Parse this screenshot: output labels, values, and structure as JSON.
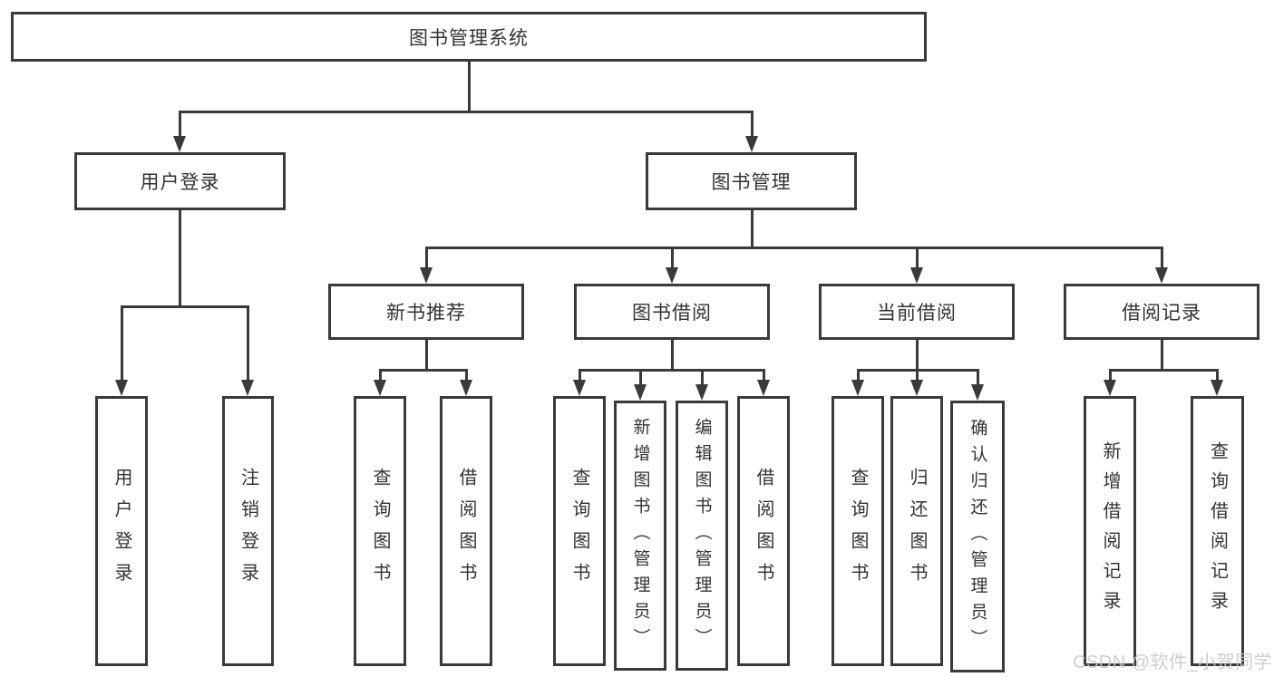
{
  "diagram": {
    "title": "图书管理系统",
    "level2": [
      {
        "label": "用户登录"
      },
      {
        "label": "图书管理"
      }
    ],
    "level3": [
      {
        "label": "新书推荐"
      },
      {
        "label": "图书借阅"
      },
      {
        "label": "当前借阅"
      },
      {
        "label": "借阅记录"
      }
    ],
    "leaves": {
      "user_login": [
        "用户登录",
        "注销登录"
      ],
      "new_book": [
        "查询图书",
        "借阅图书"
      ],
      "borrow": [
        "查询图书",
        "新增图书（管理员）",
        "编辑图书（管理员）",
        "借阅图书"
      ],
      "current": [
        "查询图书",
        "归还图书",
        "确认归还（管理员）"
      ],
      "records": [
        "新增借阅记录",
        "查询借阅记录"
      ]
    }
  },
  "watermark": {
    "text": "CSDN @软件_小贺同学"
  },
  "colors": {
    "line": "#3a3a3a",
    "text": "#333333",
    "watermark": "#c9c9c9",
    "background": "#ffffff"
  }
}
